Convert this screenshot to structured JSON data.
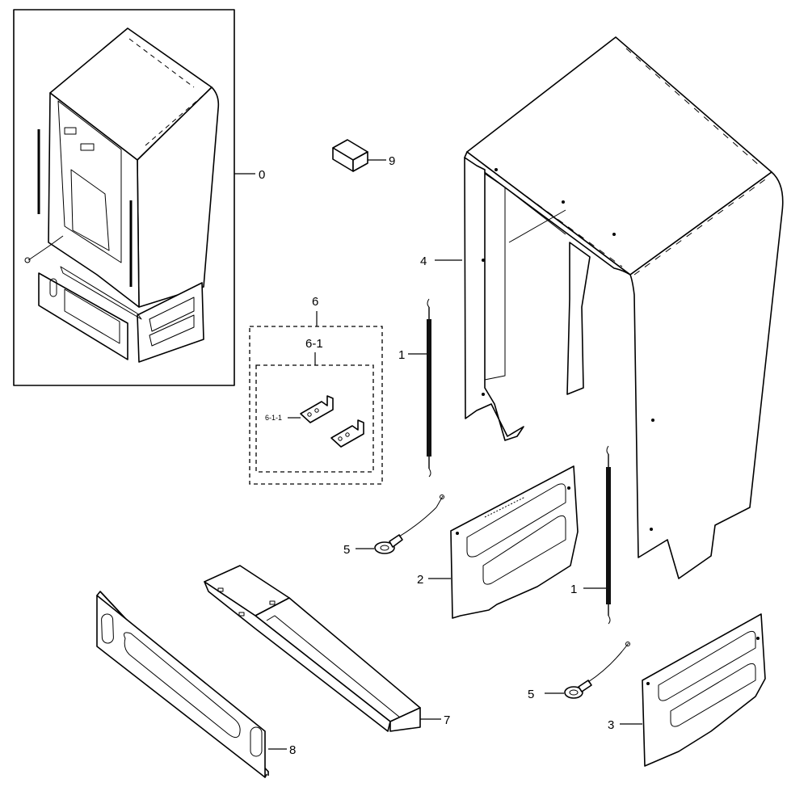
{
  "diagram": {
    "callouts": {
      "c0": "0",
      "c1a": "1",
      "c1b": "1",
      "c2": "2",
      "c3": "3",
      "c4": "4",
      "c5a": "5",
      "c5b": "5",
      "c6": "6",
      "c6_1": "6-1",
      "c6_1_1": "6-1-1",
      "c7": "7",
      "c8": "8",
      "c9": "9"
    }
  }
}
